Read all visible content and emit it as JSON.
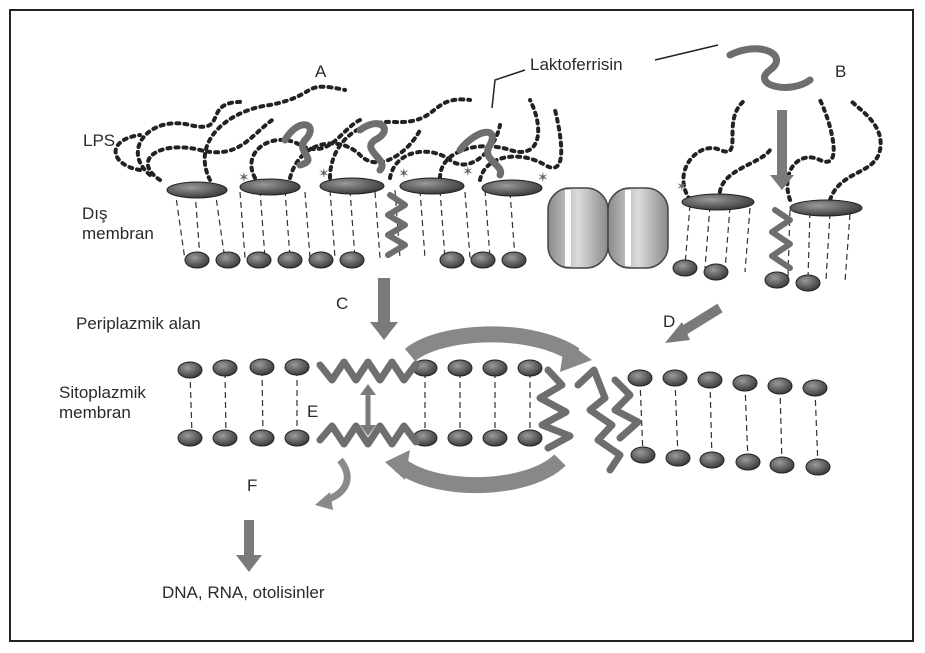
{
  "labels": {
    "a": "A",
    "b": "B",
    "c": "C",
    "d": "D",
    "e": "E",
    "f": "F",
    "lps": "LPS",
    "laktoferrisin": "Laktoferrisin",
    "dis_membran_1": "Dış",
    "dis_membran_2": "membran",
    "periplazmik": "Periplazmik alan",
    "sitoplazmik_1": "Sitoplazmik",
    "sitoplazmik_2": "membran",
    "output": "DNA, RNA, otolisinler"
  },
  "colors": {
    "membrane_head": "#555555",
    "peptide": "#6e6e6e",
    "arrow": "#7a7a7a",
    "lps": "#222222",
    "frame": "#222222"
  }
}
